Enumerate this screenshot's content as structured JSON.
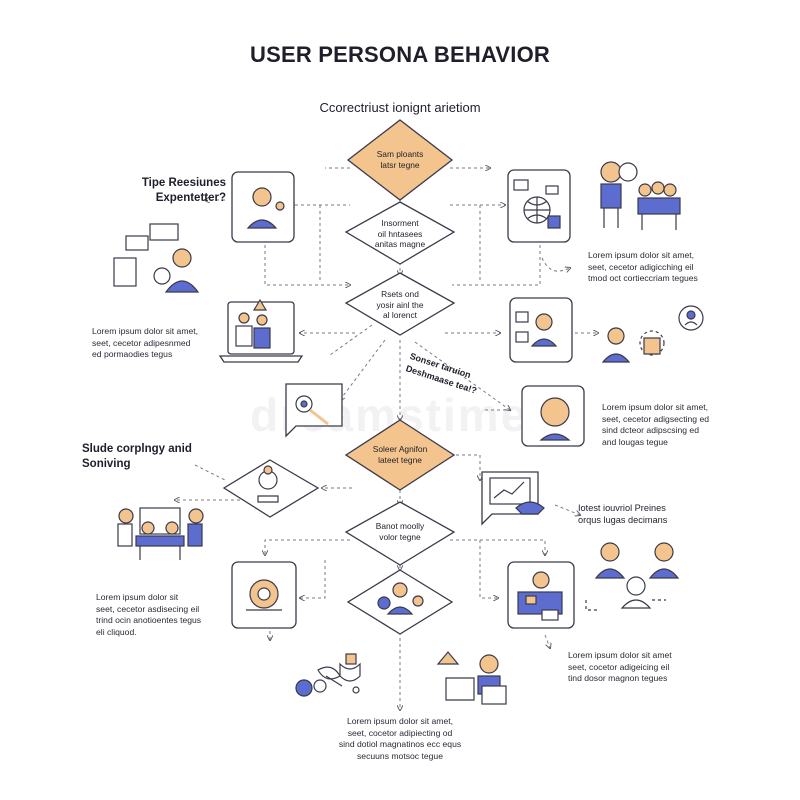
{
  "title": "USER PERSONA BEHAVIOR",
  "subtitle": "Ccorectriust ionignt arietiom",
  "colors": {
    "accent_orange": "#f4c48e",
    "accent_blue": "#5c6ccf",
    "ink": "#3a3a4a",
    "line": "#7a7a88"
  },
  "diamonds": [
    {
      "id": "d1",
      "text": "Sam ploants\nlatsr tegne",
      "filled": true
    },
    {
      "id": "d2",
      "text": "Insorment\noil hntasees\nanitas magne",
      "filled": false
    },
    {
      "id": "d3",
      "text": "Rsets ond\nyosir ainl the\nal lorenct",
      "filled": false
    },
    {
      "id": "d4",
      "text": "Soleer Agnifon\nlateet tegne",
      "filled": true
    },
    {
      "id": "d5",
      "text": "Banot moolly\nvolor tegne",
      "filled": false
    },
    {
      "id": "d6",
      "text": "",
      "filled": false
    },
    {
      "id": "d7",
      "text": "",
      "filled": false
    }
  ],
  "labels": {
    "type_resources": "Tipe Reesiunes\nExpentetter?",
    "slide_company": "Slude corplngy anid\nSoniving",
    "latest_profiles": "Iotest iouvriol Preines\norqus lugas decimans",
    "diag_text": "Sonser taruion\nDeshmaase tea!?",
    "watermark": "dreamstime"
  },
  "lorem": [
    "Lorem ipsum dolor sit amet,\nseet, cecetor adigicching eil\ntmod oct cortieccriam tegues",
    "Lorem ipsum dolor sit amet,\nseet, cecetor adipesnmed\ned pormaodies tegus",
    "Lorem ipsum dolor sit amet,\nseet, cecetor adigsecting ed\nsind dcteor adipscsing ed\nand lougas tegue",
    "Lorem ipsum dolor sit\nseet, cecetor asdisecing eil\ntrind ocin anotioentes tegus\neli cliquod.",
    "Lorem ipsum dolor sit amet\nseet, cocetor adigeicing eil\ntind dosor magnon tegues",
    "Lorem ipsum dolor sit amet,\nseet, cocetor adipiecting od\nsind dotiol magnatinos ecc equs\nsecuuns motsoc tegue"
  ],
  "icons": [
    "person-card-icon",
    "chat-person-icon",
    "globe-screen-icon",
    "team-presenter-icon",
    "laptop-team-icon",
    "checklist-person-icon",
    "persons-cycle-icon",
    "magnify-speech-icon",
    "head-circle-icon",
    "eye-person-icon",
    "meeting-room-icon",
    "chart-speech-icon",
    "gear-panel-icon",
    "team-diagram-icon",
    "person-screen-icon",
    "dna-bio-icon",
    "worker-desk-icon"
  ]
}
